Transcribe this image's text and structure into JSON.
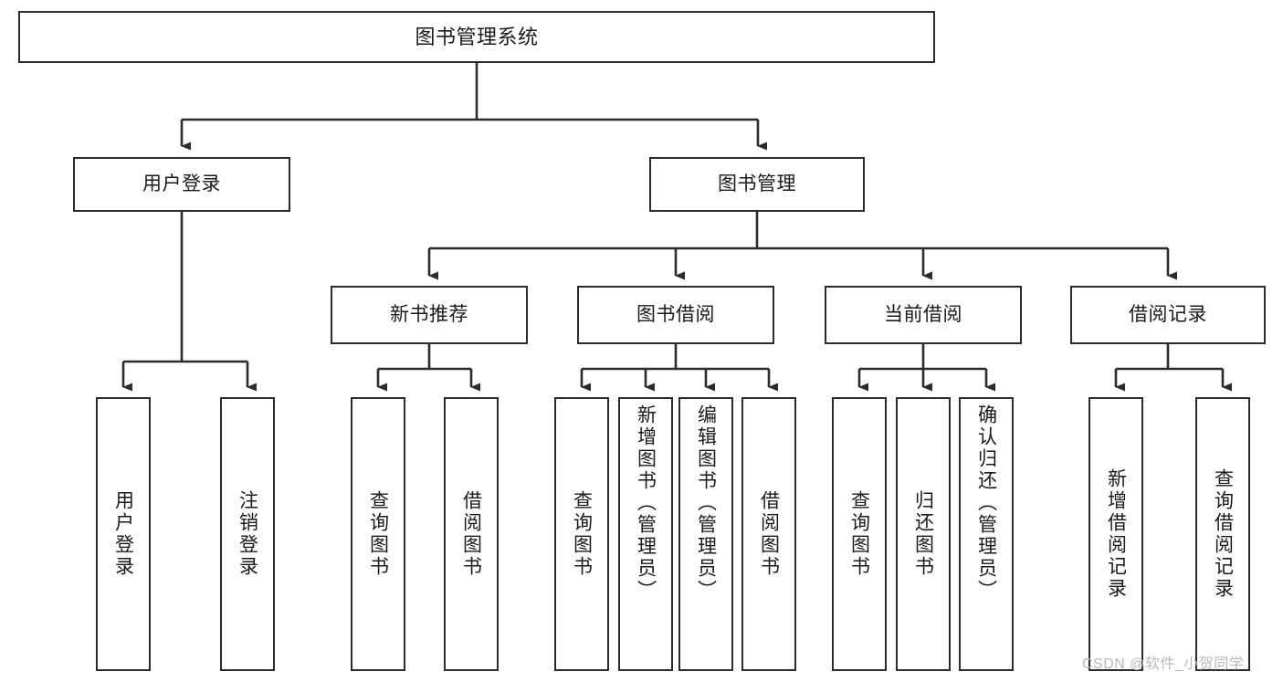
{
  "diagram": {
    "title": "图书管理系统",
    "type": "tree-hierarchy",
    "root": {
      "label": "图书管理系统"
    },
    "level2": [
      {
        "label": "用户登录"
      },
      {
        "label": "图书管理"
      }
    ],
    "level3": [
      {
        "label": "新书推荐",
        "parent": "图书管理"
      },
      {
        "label": "图书借阅",
        "parent": "图书管理"
      },
      {
        "label": "当前借阅",
        "parent": "图书管理"
      },
      {
        "label": "借阅记录",
        "parent": "图书管理"
      }
    ],
    "leaves": {
      "user_login": [
        {
          "label": "用户登录"
        },
        {
          "label": "注销登录"
        }
      ],
      "new_book_recommend": [
        {
          "label": "查询图书"
        },
        {
          "label": "借阅图书"
        }
      ],
      "book_borrow": [
        {
          "label": "查询图书"
        },
        {
          "label": "新增图书（管理员）"
        },
        {
          "label": "编辑图书（管理员）"
        },
        {
          "label": "借阅图书"
        }
      ],
      "current_borrow": [
        {
          "label": "查询图书"
        },
        {
          "label": "归还图书"
        },
        {
          "label": "确认归还（管理员）"
        }
      ],
      "borrow_record": [
        {
          "label": "新增借阅记录"
        },
        {
          "label": "查询借阅记录"
        }
      ]
    }
  },
  "watermark": {
    "text": "CSDN @软件_小贺同学"
  },
  "colors": {
    "stroke": "#2b2b2b",
    "fill": "#ffffff",
    "text": "#1a1a1a",
    "watermark": "#b9b9b9"
  }
}
